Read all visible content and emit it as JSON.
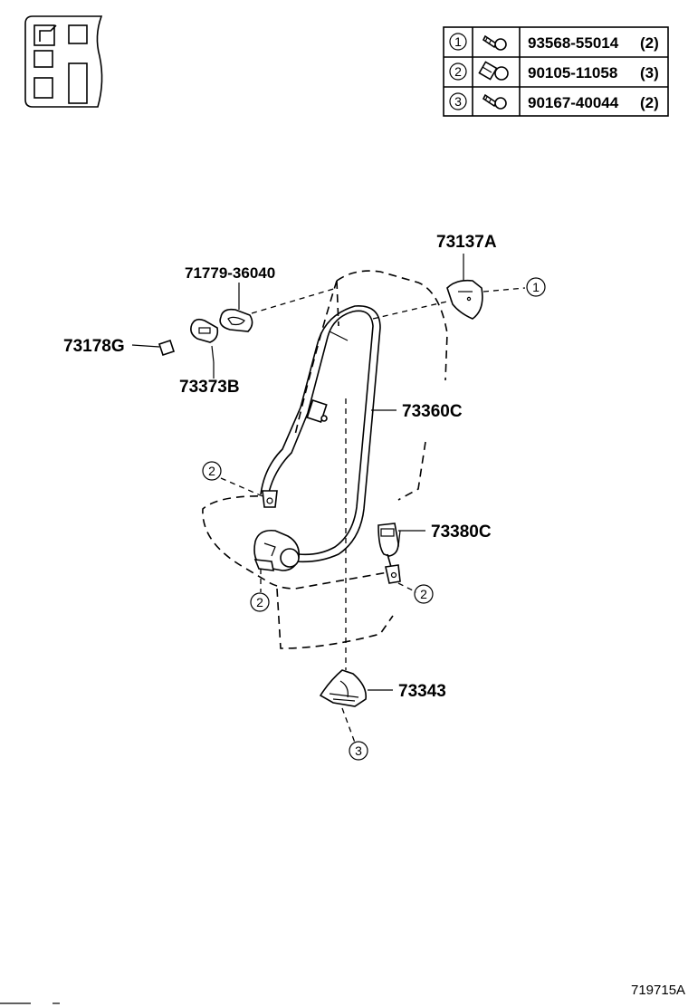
{
  "diagram": {
    "figure_number": "719715A",
    "parts": {
      "p73137A": "73137A",
      "p71779": "71779-36040",
      "p73178G": "73178G",
      "p73373B": "73373B",
      "p73360C": "73360C",
      "p73380C": "73380C",
      "p73343": "73343"
    },
    "fastener_table": [
      {
        "ref": "1",
        "part_no": "93568-55014",
        "qty": "(2)",
        "icon": "screw-icon"
      },
      {
        "ref": "2",
        "part_no": "90105-11058",
        "qty": "(3)",
        "icon": "bolt-icon"
      },
      {
        "ref": "3",
        "part_no": "90167-40044",
        "qty": "(2)",
        "icon": "screw-icon"
      }
    ],
    "callouts": {
      "c1": "1",
      "c2a": "2",
      "c2b": "2",
      "c2c": "2",
      "c3": "3"
    }
  }
}
